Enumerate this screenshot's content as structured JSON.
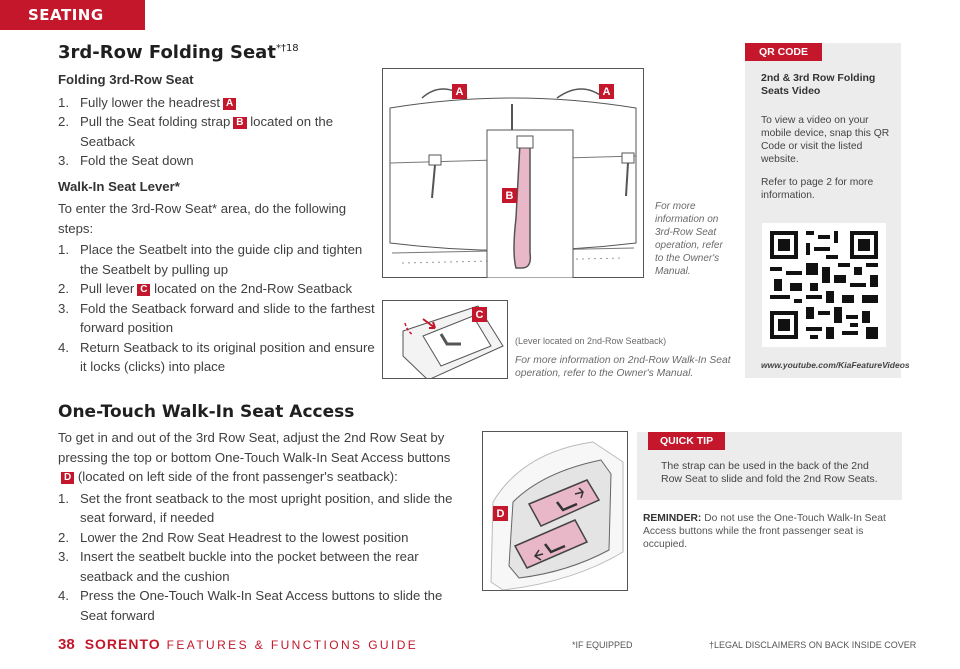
{
  "header": {
    "section_tab": "SEATING"
  },
  "folding": {
    "title": "3rd-Row Folding Seat",
    "title_sup": "*†18",
    "sub1": "Folding 3rd-Row Seat",
    "steps1": [
      {
        "n": "1.",
        "text": "Fully lower the headrest",
        "badge": "A"
      },
      {
        "n": "2.",
        "text": "Pull the Seat folding strap",
        "badge": "B",
        "after": " located on the Seatback"
      },
      {
        "n": "3.",
        "text": "Fold the Seat down"
      }
    ],
    "sub2": "Walk-In Seat Lever*",
    "intro2": "To enter the 3rd-Row Seat* area, do the following steps:",
    "steps2": [
      {
        "n": "1.",
        "text": "Place the Seatbelt into the guide clip and tighten the Seatbelt by pulling up"
      },
      {
        "n": "2.",
        "text": "Pull lever",
        "badge": "C",
        "after": " located on the 2nd-Row Seatback"
      },
      {
        "n": "3.",
        "text": "Fold the Seatback forward and slide to the farthest forward position"
      },
      {
        "n": "4.",
        "text": "Return Seatback to its original position and ensure it locks (clicks) into place"
      }
    ],
    "img1_labels": [
      "A",
      "A",
      "B"
    ],
    "img1_note": "For more information on 3rd-Row Seat operation, refer to the Owner's Manual.",
    "img2_label": "C",
    "img2_caption": "(Lever located on 2nd-Row Seatback)",
    "img2_note": "For more information on 2nd-Row Walk-In Seat operation, refer to the Owner's Manual."
  },
  "qr": {
    "tab": "QR CODE",
    "title": "2nd & 3rd Row Folding Seats Video",
    "text1": "To view a video on your mobile device, snap this QR Code or visit the listed website.",
    "text2": "Refer to page 2 for more information.",
    "url": "www.youtube.com/KiaFeatureVideos"
  },
  "walkin": {
    "title": "One-Touch Walk-In Seat Access",
    "intro": "To get in and out of the 3rd Row Seat, adjust the 2nd Row Seat by pressing the top or bottom One-Touch Walk-In Seat Access buttons",
    "intro_badge": "D",
    "intro_after": "(located on left side of the front passenger's seatback):",
    "steps": [
      {
        "n": "1.",
        "text": "Set the front seatback to the most upright position, and slide the seat forward, if needed"
      },
      {
        "n": "2.",
        "text": "Lower the 2nd Row Seat Headrest to the lowest position"
      },
      {
        "n": "3.",
        "text": "Insert the seatbelt buckle into the pocket between the rear seatback and the cushion"
      },
      {
        "n": "4.",
        "text": "Press the One-Touch Walk-In Seat Access buttons to slide the Seat forward"
      }
    ],
    "img_label": "D"
  },
  "tip": {
    "tab": "QUICK TIP",
    "text": "The strap can be used in the back of the 2nd Row Seat to slide and fold the 2nd Row Seats."
  },
  "reminder": {
    "label": "REMINDER:",
    "text": " Do not use the One-Touch Walk-In Seat Access buttons while the front passenger seat is occupied."
  },
  "footer": {
    "page": "38",
    "brand": "SORENTO",
    "guide": "FEATURES & FUNCTIONS GUIDE",
    "note1": "*IF EQUIPPED",
    "note2": "†LEGAL DISCLAIMERS ON BACK INSIDE COVER"
  },
  "colors": {
    "accent": "#c4172c",
    "panel": "#ececec",
    "strap": "#e9b8c8"
  }
}
